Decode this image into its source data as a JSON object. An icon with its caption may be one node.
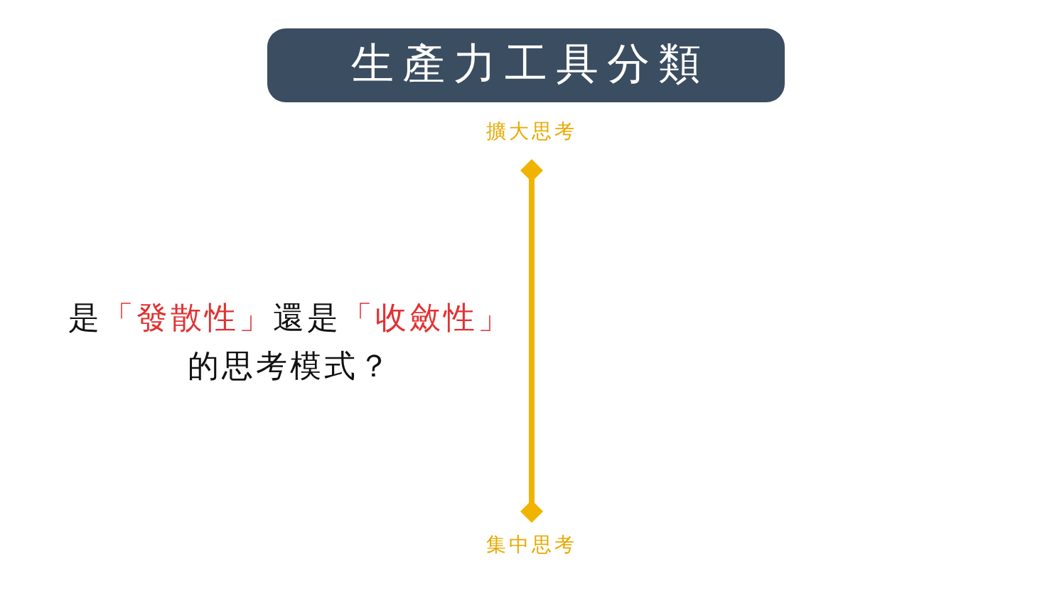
{
  "diagram": {
    "title": "生產力工具分類",
    "labels": [
      "擴大思考",
      "是**「發散性」**還是**「收斂性」**的思考模式？",
      "集中思考"
    ]
  }
}
